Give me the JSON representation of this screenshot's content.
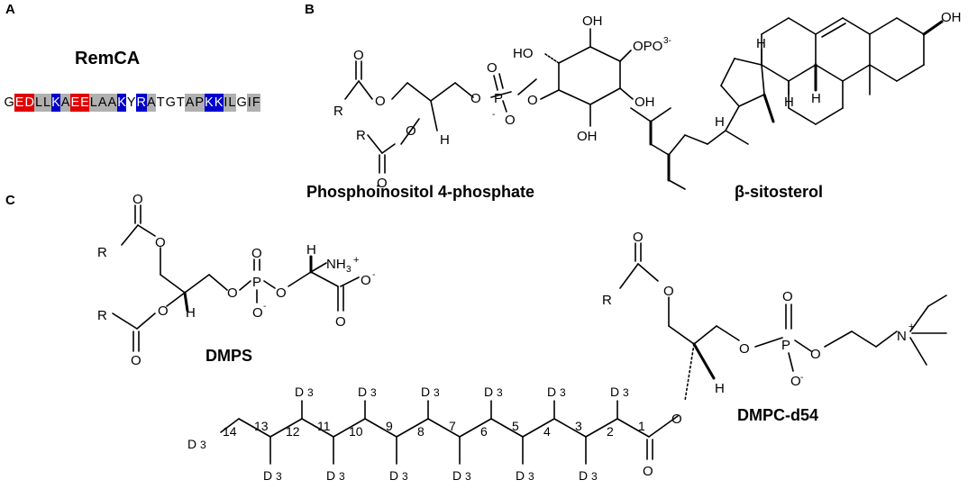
{
  "panels": {
    "a": {
      "letter": "A",
      "title": "RemCA",
      "sequence": [
        {
          "aa": "G",
          "class": "neutral"
        },
        {
          "aa": "E",
          "class": "acidic"
        },
        {
          "aa": "D",
          "class": "acidic"
        },
        {
          "aa": "L",
          "class": "hydrophobic"
        },
        {
          "aa": "L",
          "class": "hydrophobic"
        },
        {
          "aa": "K",
          "class": "basic"
        },
        {
          "aa": "A",
          "class": "hydrophobic"
        },
        {
          "aa": "E",
          "class": "acidic"
        },
        {
          "aa": "E",
          "class": "acidic"
        },
        {
          "aa": "L",
          "class": "hydrophobic"
        },
        {
          "aa": "A",
          "class": "hydrophobic"
        },
        {
          "aa": "A",
          "class": "hydrophobic"
        },
        {
          "aa": "K",
          "class": "basic"
        },
        {
          "aa": "Y",
          "class": "neutral"
        },
        {
          "aa": "R",
          "class": "basic"
        },
        {
          "aa": "A",
          "class": "hydrophobic"
        },
        {
          "aa": "T",
          "class": "neutral"
        },
        {
          "aa": "G",
          "class": "neutral"
        },
        {
          "aa": "T",
          "class": "neutral"
        },
        {
          "aa": "A",
          "class": "hydrophobic"
        },
        {
          "aa": "P",
          "class": "hydrophobic"
        },
        {
          "aa": "K",
          "class": "basic"
        },
        {
          "aa": "K",
          "class": "basic"
        },
        {
          "aa": "I",
          "class": "hydrophobic"
        },
        {
          "aa": "L",
          "class": "hydrophobic"
        },
        {
          "aa": "G",
          "class": "neutral"
        },
        {
          "aa": "I",
          "class": "hydrophobic"
        },
        {
          "aa": "F",
          "class": "hydrophobic"
        }
      ],
      "colors": {
        "acidic": "#e00000",
        "basic": "#0000cc",
        "hydrophobic": "#b0b0b0",
        "neutral": "#ffffff"
      }
    },
    "b": {
      "letter": "B",
      "pi4p_label": "Phosphoinositol 4-phosphate",
      "sitosterol_label": "β-sitosterol"
    },
    "c": {
      "letter": "C",
      "dmps_label": "DMPS",
      "dmpc_label": "DMPC-d54",
      "chain_numbers": [
        "1",
        "2",
        "3",
        "4",
        "5",
        "6",
        "7",
        "8",
        "9",
        "10",
        "11",
        "12",
        "13",
        "14"
      ],
      "deuterium": "D",
      "deuterium_count": "3"
    }
  },
  "atoms": {
    "R": "R",
    "O": "O",
    "P": "P",
    "H": "H",
    "N": "N",
    "OH": "OH",
    "HO": "HO",
    "OPO": "OPO",
    "charge_3minus": "3-",
    "NH": "NH",
    "sub3": "3",
    "plus": "+",
    "minus": "-"
  }
}
